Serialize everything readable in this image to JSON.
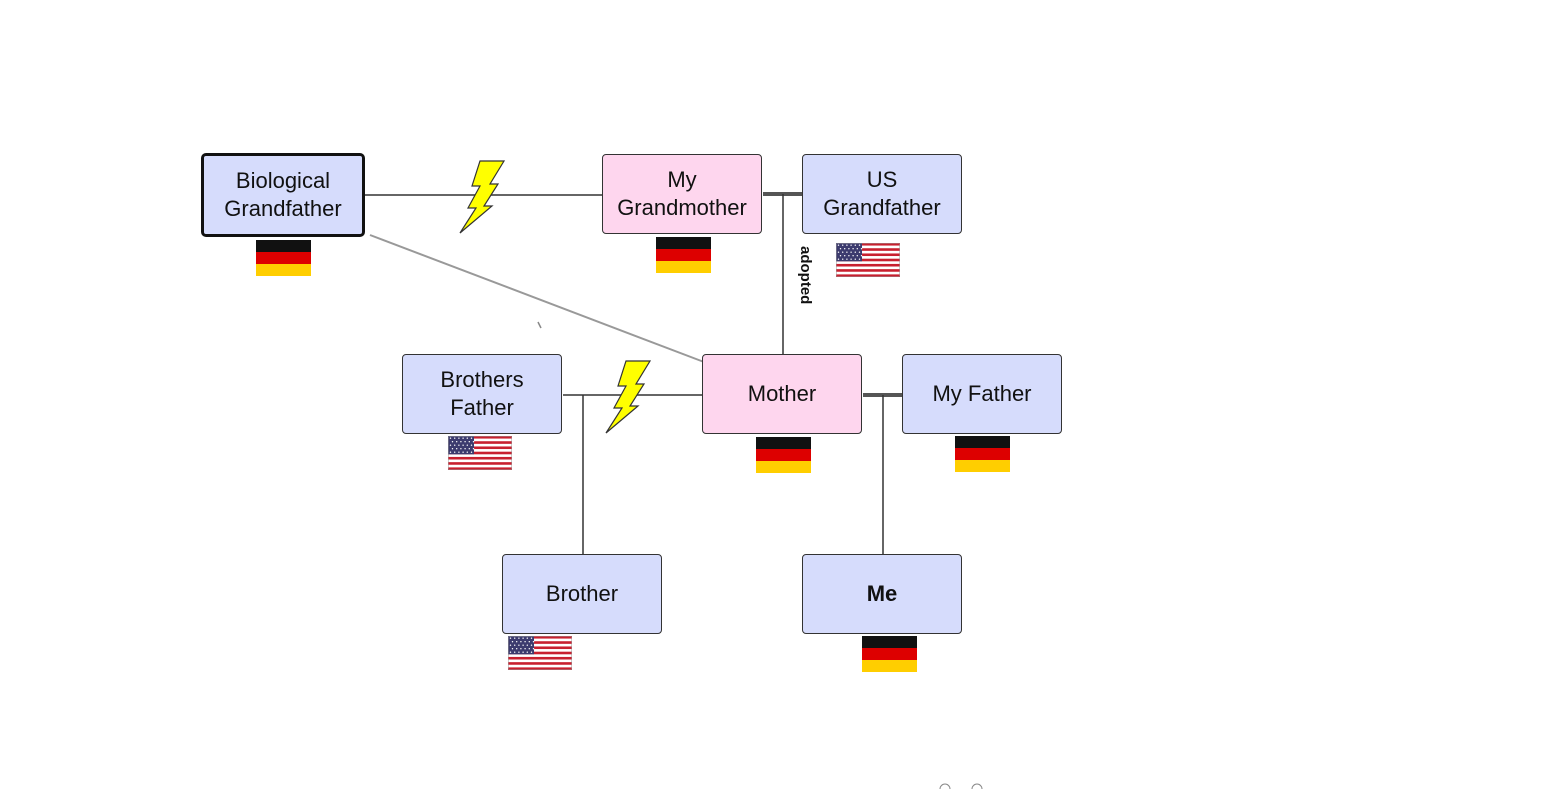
{
  "colors": {
    "male_fill": "#d6dcfc",
    "female_fill": "#fed6ee",
    "line": "#333333",
    "biological_link": "#999999",
    "bolt_fill": "#ffff00"
  },
  "nodes": {
    "biological_grandfather": {
      "label": "Biological\nGrandfather",
      "flag": "germany"
    },
    "my_grandmother": {
      "label": "My\nGrandmother",
      "flag": "germany"
    },
    "us_grandfather": {
      "label": "US\nGrandfather",
      "flag": "usa"
    },
    "brothers_father": {
      "label": "Brothers\nFather",
      "flag": "usa"
    },
    "mother": {
      "label": "Mother",
      "flag": "germany"
    },
    "my_father": {
      "label": "My Father",
      "flag": "germany"
    },
    "brother": {
      "label": "Brother",
      "flag": "usa"
    },
    "me": {
      "label": "Me",
      "flag": "germany"
    }
  },
  "edge_labels": {
    "adopted": "adopted"
  },
  "icons": {
    "divorce": "lightning-bolt-icon"
  }
}
